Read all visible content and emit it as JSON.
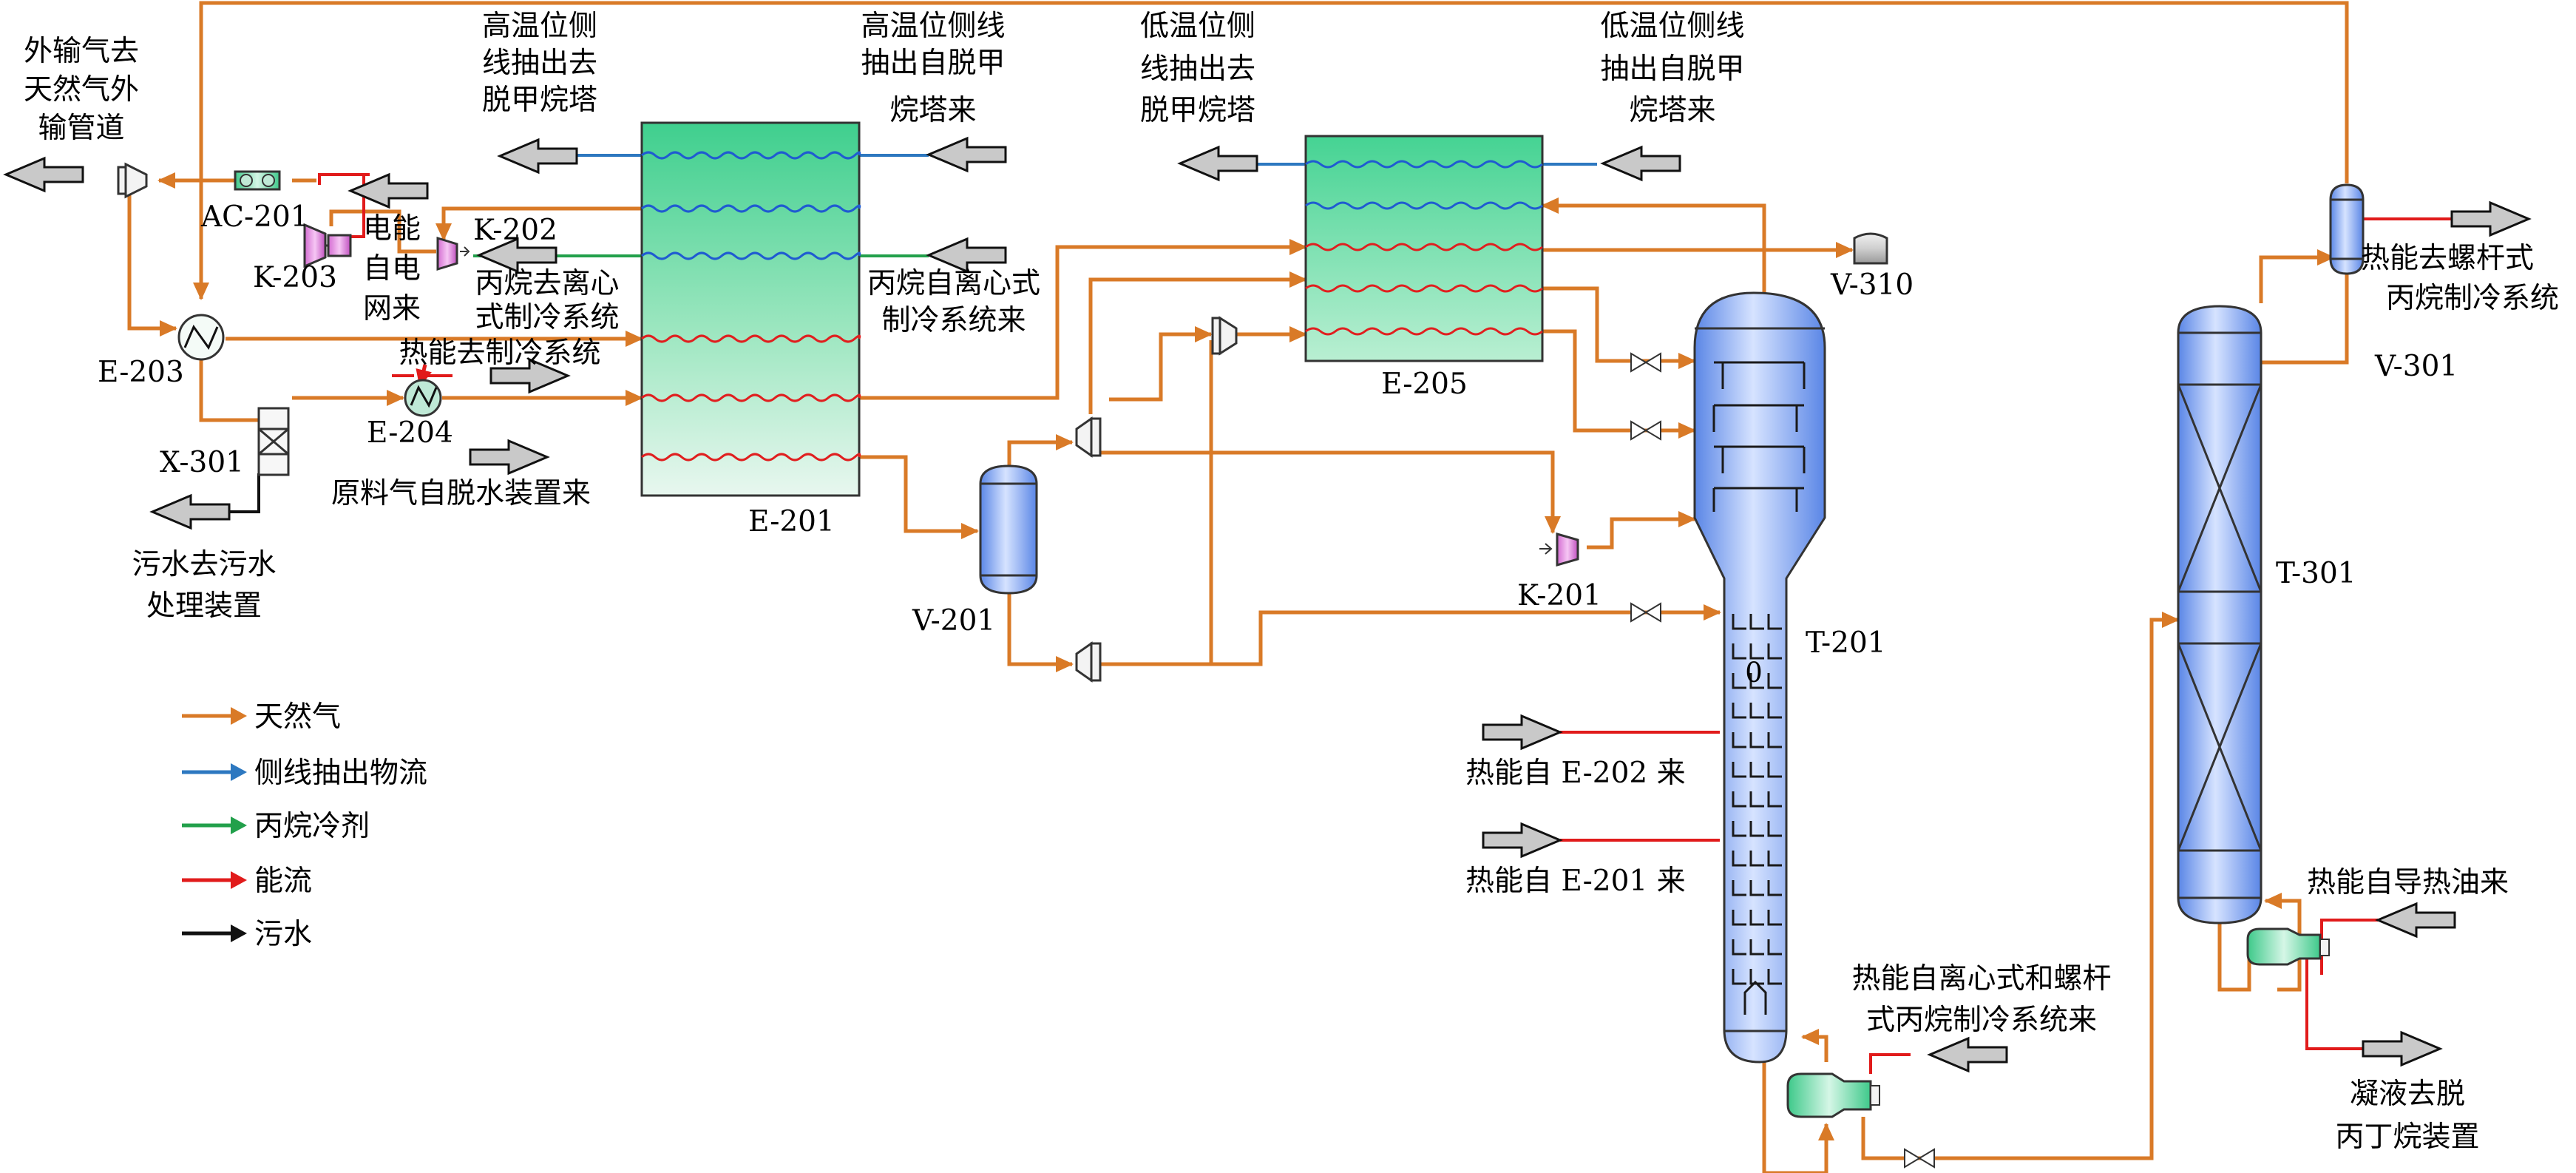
{
  "labels": {
    "export_gas": [
      "外输气去",
      "天然气外",
      "输管道"
    ],
    "high_side_out": [
      "高温位侧",
      "线抽出去",
      "脱甲烷塔"
    ],
    "high_side_in": [
      "高温位侧线",
      "抽出自脱甲",
      "烷塔来"
    ],
    "low_side_out": [
      "低温位侧",
      "线抽出去",
      "脱甲烷塔"
    ],
    "low_side_in": [
      "低温位侧线",
      "抽出自脱甲",
      "烷塔来"
    ],
    "power_grid": [
      "电能",
      "自电",
      "网来"
    ],
    "propane_to_centrifugal": [
      "丙烷去离心",
      "式制冷系统"
    ],
    "heat_to_refrig": "热能去制冷系统",
    "propane_from_centrifugal": [
      "丙烷自离心式",
      "制冷系统来"
    ],
    "feed_gas": "原料气自脱水装置来",
    "wastewater": [
      "污水去污水",
      "处理装置"
    ],
    "heat_from_e202": "热能自 E-202 来",
    "heat_from_e201": "热能自 E-201 来",
    "heat_from_refrig": [
      "热能自离心式和螺杆",
      "式丙烷制冷系统来"
    ],
    "heat_to_screw": [
      "热能去螺杆式",
      "丙烷制冷系统"
    ],
    "heat_from_oil": "热能自导热油来",
    "condensate_out": [
      "凝液去脱",
      "丙丁烷装置"
    ],
    "tray_marker": "0"
  },
  "equipment": {
    "ac201": "AC-201",
    "k203": "K-203",
    "k202": "K-202",
    "e203": "E-203",
    "e204": "E-204",
    "x301": "X-301",
    "e201": "E-201",
    "e205": "E-205",
    "v201": "V-201",
    "v310": "V-310",
    "k201": "K-201",
    "t201": "T-201",
    "v301": "V-301",
    "t301": "T-301"
  },
  "legend": [
    {
      "label": "天然气",
      "color": "#d97a27"
    },
    {
      "label": "侧线抽出物流",
      "color": "#2d78c0"
    },
    {
      "label": "丙烷冷剂",
      "color": "#22a04b"
    },
    {
      "label": "能流",
      "color": "#e11b1b"
    },
    {
      "label": "污水",
      "color": "#111111"
    }
  ],
  "colors": {
    "gas": "#d97a27",
    "side": "#2d78c0",
    "propane": "#22a04b",
    "energy": "#e11b1b",
    "waste": "#111111",
    "column_fill": "#7aa2ee",
    "exchanger_fill": "#4fd39a"
  }
}
